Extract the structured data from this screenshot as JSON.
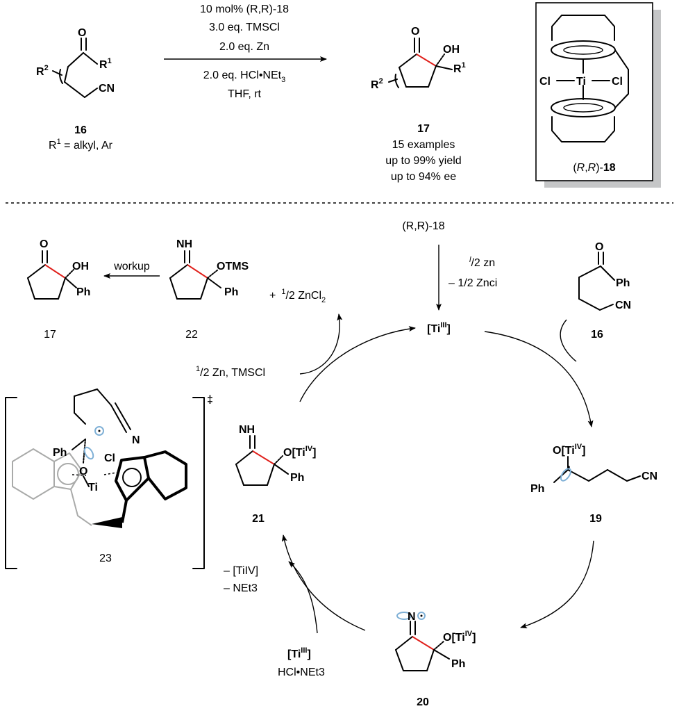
{
  "top_reaction": {
    "reactant_16": {
      "atoms": {
        "oxygen": "O",
        "r1": "R",
        "r1_sup": "1",
        "r2": "R",
        "r2_sup": "2",
        "cn": "CN"
      },
      "label": "16",
      "caption_a": "R",
      "caption_sup": "1",
      "caption_b": " = alkyl, Ar"
    },
    "conditions_above": [
      "10 mol% (R,R)-18",
      "3.0 eq. TMSCl",
      "2.0 eq. Zn"
    ],
    "conditions_below_1a": "2.0 eq. HCl•NEt",
    "conditions_below_1sub": "3",
    "conditions_below_2": "THF, rt",
    "product_17": {
      "atoms": {
        "oxygen": "O",
        "oh": "OH",
        "r1": "R",
        "r1_sup": "1",
        "r2": "R",
        "r2_sup": "2"
      },
      "label": "17",
      "notes": [
        "15 examples",
        "up to 99% yield",
        "up to 94% ee"
      ]
    },
    "catalyst_box": {
      "cl_left": "Cl",
      "ti": "Ti",
      "cl_right": "Cl",
      "caption_pre": "(",
      "caption_r1": "R",
      "caption_mid": ",",
      "caption_r2": "R",
      "caption_post": ")-",
      "caption_num": "18"
    }
  },
  "cycle": {
    "catalyst_in": "(R,R)-18",
    "zn_step_1": "/2 zn",
    "zn_step_1_sup": "l",
    "zn_step_2": "– 1/2 Znci",
    "ti_center": "[Ti",
    "ti_center_sup": "III",
    "ti_center_close": "]",
    "substrate_16": {
      "o": "O",
      "ph": "Ph",
      "cn": "CN",
      "label": "16"
    },
    "intermediate_19": {
      "o_ti": "O[Ti",
      "o_ti_sup": "IV",
      "ph": "Ph",
      "cn": "CN",
      "label": "19"
    },
    "intermediate_20": {
      "n": "N",
      "o_ti": "O[Ti",
      "o_ti_sup": "IV",
      "ph": "Ph",
      "label": "20"
    },
    "intermediate_21": {
      "nh": "NH",
      "o_ti": "O[Ti",
      "o_ti_sup": "IV",
      "ph": "Ph",
      "label": "21"
    },
    "ts_23": {
      "ph": "Ph",
      "o": "O",
      "ti": "Ti",
      "cl": "Cl",
      "n": "N",
      "dagger": "‡",
      "label": "23"
    },
    "silyl_22": {
      "nh": "NH",
      "otms": "OTMS",
      "ph": "Ph",
      "label": "22"
    },
    "byproduct_plus": "+",
    "byproduct_sup": "1",
    "byproduct_rest": "/2 ZnCl",
    "byproduct_sub": "2",
    "workup": "workup",
    "final_17": {
      "o": "O",
      "oh": "OH",
      "ph": "Ph",
      "label": "17"
    },
    "zn_tmscl_sup": "1",
    "zn_tmscl": "/2 Zn, TMSCl",
    "loss_1": "– [TiIV]",
    "loss_2": "– NEt3",
    "ti3_add": "[Ti",
    "ti3_add_sup": "III",
    "ti3_add_close": "]",
    "hcl_net3": "HCl•NEt3"
  }
}
